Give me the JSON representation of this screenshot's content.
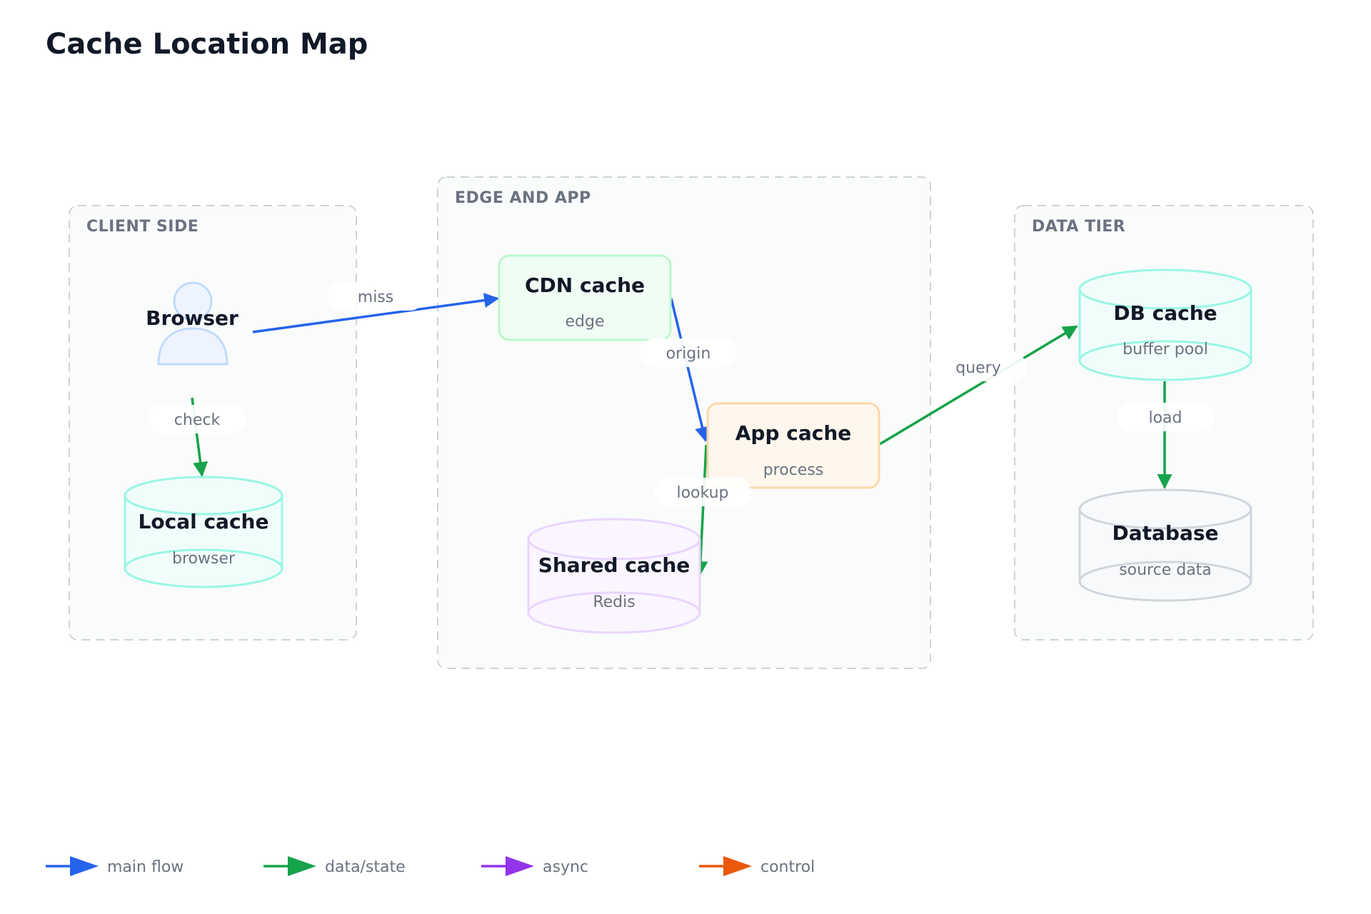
{
  "title": "Cache Location Map",
  "groups": {
    "client": "CLIENT SIDE",
    "edge": "EDGE AND APP",
    "data": "DATA TIER"
  },
  "nodes": {
    "browser": {
      "title": "Browser"
    },
    "local_cache": {
      "title": "Local cache",
      "subtitle": "browser"
    },
    "cdn_cache": {
      "title": "CDN cache",
      "subtitle": "edge"
    },
    "app_cache": {
      "title": "App cache",
      "subtitle": "process"
    },
    "shared_cache": {
      "title": "Shared cache",
      "subtitle": "Redis"
    },
    "db_cache": {
      "title": "DB cache",
      "subtitle": "buffer pool"
    },
    "database": {
      "title": "Database",
      "subtitle": "source data"
    }
  },
  "edges": {
    "miss": "miss",
    "check": "check",
    "origin": "origin",
    "lookup": "lookup",
    "query": "query",
    "load": "load"
  },
  "legend": {
    "main_flow": "main flow",
    "data_state": "data/state",
    "async": "async",
    "control": "control"
  },
  "colors": {
    "main_flow": "#2563eb",
    "data_state": "#16a34a",
    "async": "#9333ea",
    "control": "#ea580c"
  }
}
